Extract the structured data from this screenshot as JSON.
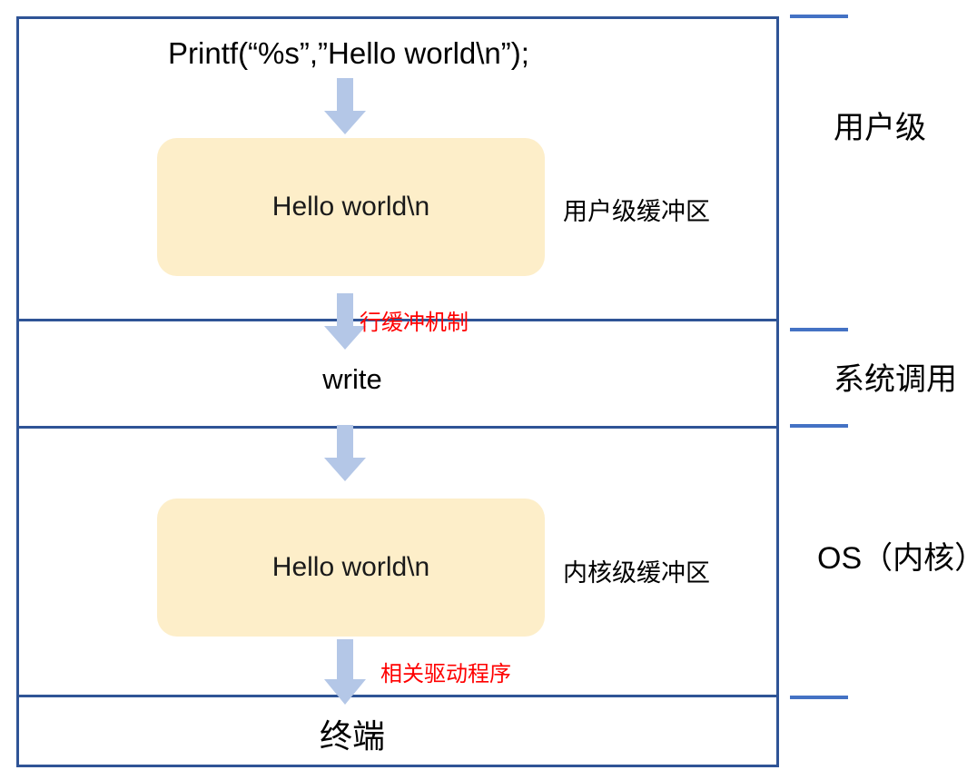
{
  "diagram": {
    "title_code": "Printf(“%s”,”Hello world\\n”);",
    "colors": {
      "box_border": "#2f5496",
      "tick": "#4472c4",
      "buffer_fill": "#fdeec9",
      "arrow": "#b4c7e7",
      "annotation": "#ff0000",
      "text": "#000000"
    },
    "layers": [
      {
        "id": "user-level",
        "label": "用户级"
      },
      {
        "id": "system-call",
        "label": "系统调用"
      },
      {
        "id": "os-kernel",
        "label": "OS（内核）"
      }
    ],
    "buffers": [
      {
        "id": "user-buffer",
        "content": "Hello world\\n",
        "caption": "用户级缓冲区"
      },
      {
        "id": "kernel-buffer",
        "content": "Hello world\\n",
        "caption": "内核级缓冲区"
      }
    ],
    "nodes": [
      {
        "id": "write-call",
        "label": "write"
      },
      {
        "id": "terminal",
        "label": "终端"
      }
    ],
    "annotations": [
      {
        "id": "line-buffering",
        "label": "行缓冲机制"
      },
      {
        "id": "device-driver",
        "label": "相关驱动程序"
      }
    ],
    "arrows": [
      {
        "id": "arrow-printf-to-user-buffer"
      },
      {
        "id": "arrow-user-buffer-to-write"
      },
      {
        "id": "arrow-write-to-kernel-buffer"
      },
      {
        "id": "arrow-kernel-buffer-to-terminal"
      }
    ]
  }
}
